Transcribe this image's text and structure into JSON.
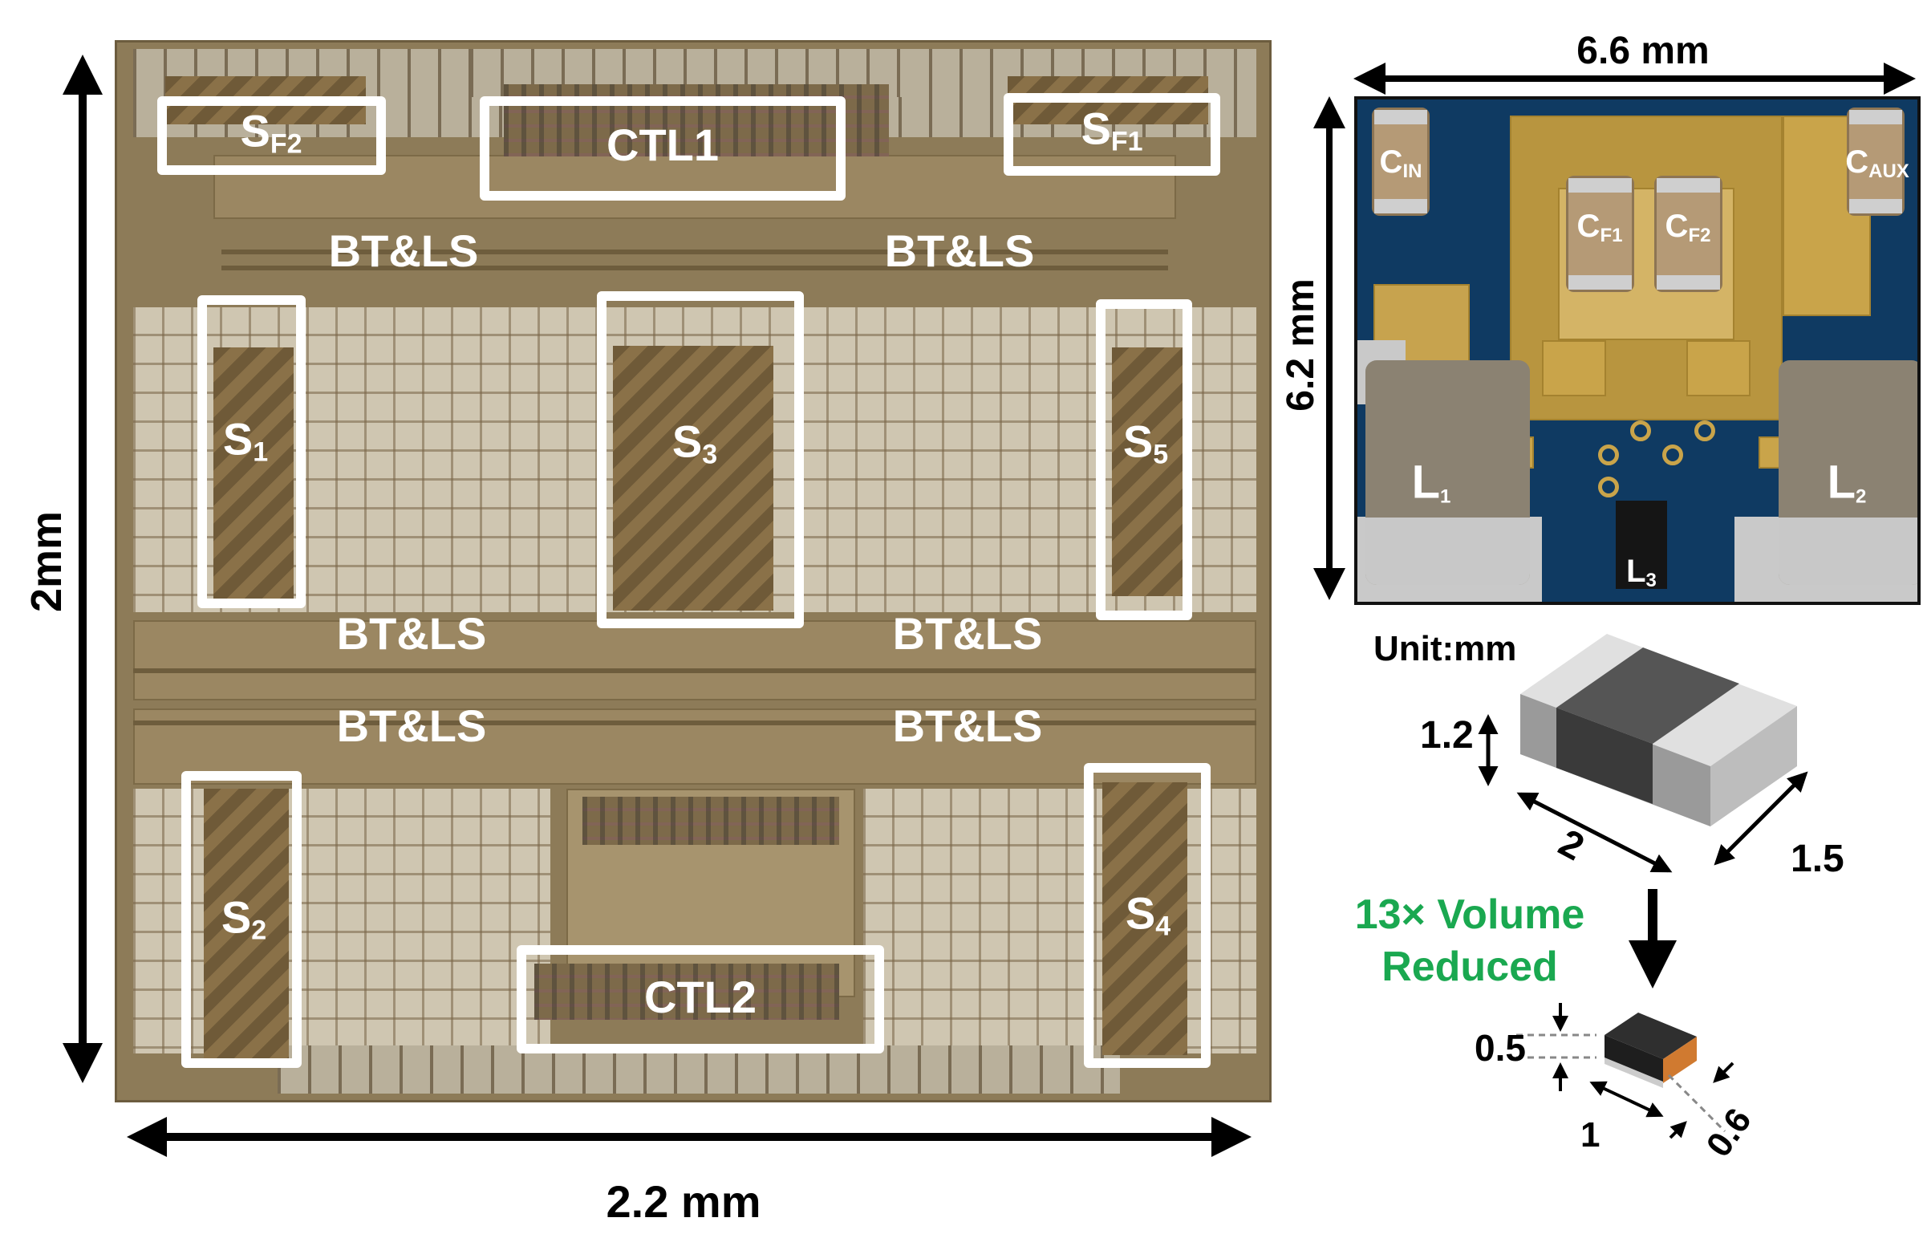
{
  "chip": {
    "width_label": "2.2 mm",
    "height_label": "2mm",
    "blocks": {
      "sf2": {
        "base": "S",
        "sub": "F2"
      },
      "ctl1": {
        "base": "CTL1"
      },
      "sf1": {
        "base": "S",
        "sub": "F1"
      },
      "s1": {
        "base": "S",
        "sub": "1"
      },
      "s3": {
        "base": "S",
        "sub": "3"
      },
      "s5": {
        "base": "S",
        "sub": "5"
      },
      "s2": {
        "base": "S",
        "sub": "2"
      },
      "s4": {
        "base": "S",
        "sub": "4"
      },
      "ctl2": {
        "base": "CTL2"
      }
    },
    "bt_ls_label": "BT&LS"
  },
  "module": {
    "width_label": "6.6 mm",
    "height_label": "6.2 mm",
    "components": {
      "cin": {
        "base": "C",
        "sub": "IN"
      },
      "caux": {
        "base": "C",
        "sub": "AUX"
      },
      "cf1": {
        "base": "C",
        "sub": "F1"
      },
      "cf2": {
        "base": "C",
        "sub": "F2"
      },
      "l1": {
        "base": "L",
        "sub": "1"
      },
      "l2": {
        "base": "L",
        "sub": "2"
      },
      "l3": {
        "base": "L",
        "sub": "3"
      }
    }
  },
  "inductor_compare": {
    "unit_label": "Unit:mm",
    "large": {
      "height": "1.2",
      "length": "2",
      "width": "1.5"
    },
    "small": {
      "height": "0.5",
      "length": "1",
      "width": "0.6"
    },
    "reduction_line1": "13× Volume",
    "reduction_line2": "Reduced",
    "reduction_color": "#1aa850"
  }
}
